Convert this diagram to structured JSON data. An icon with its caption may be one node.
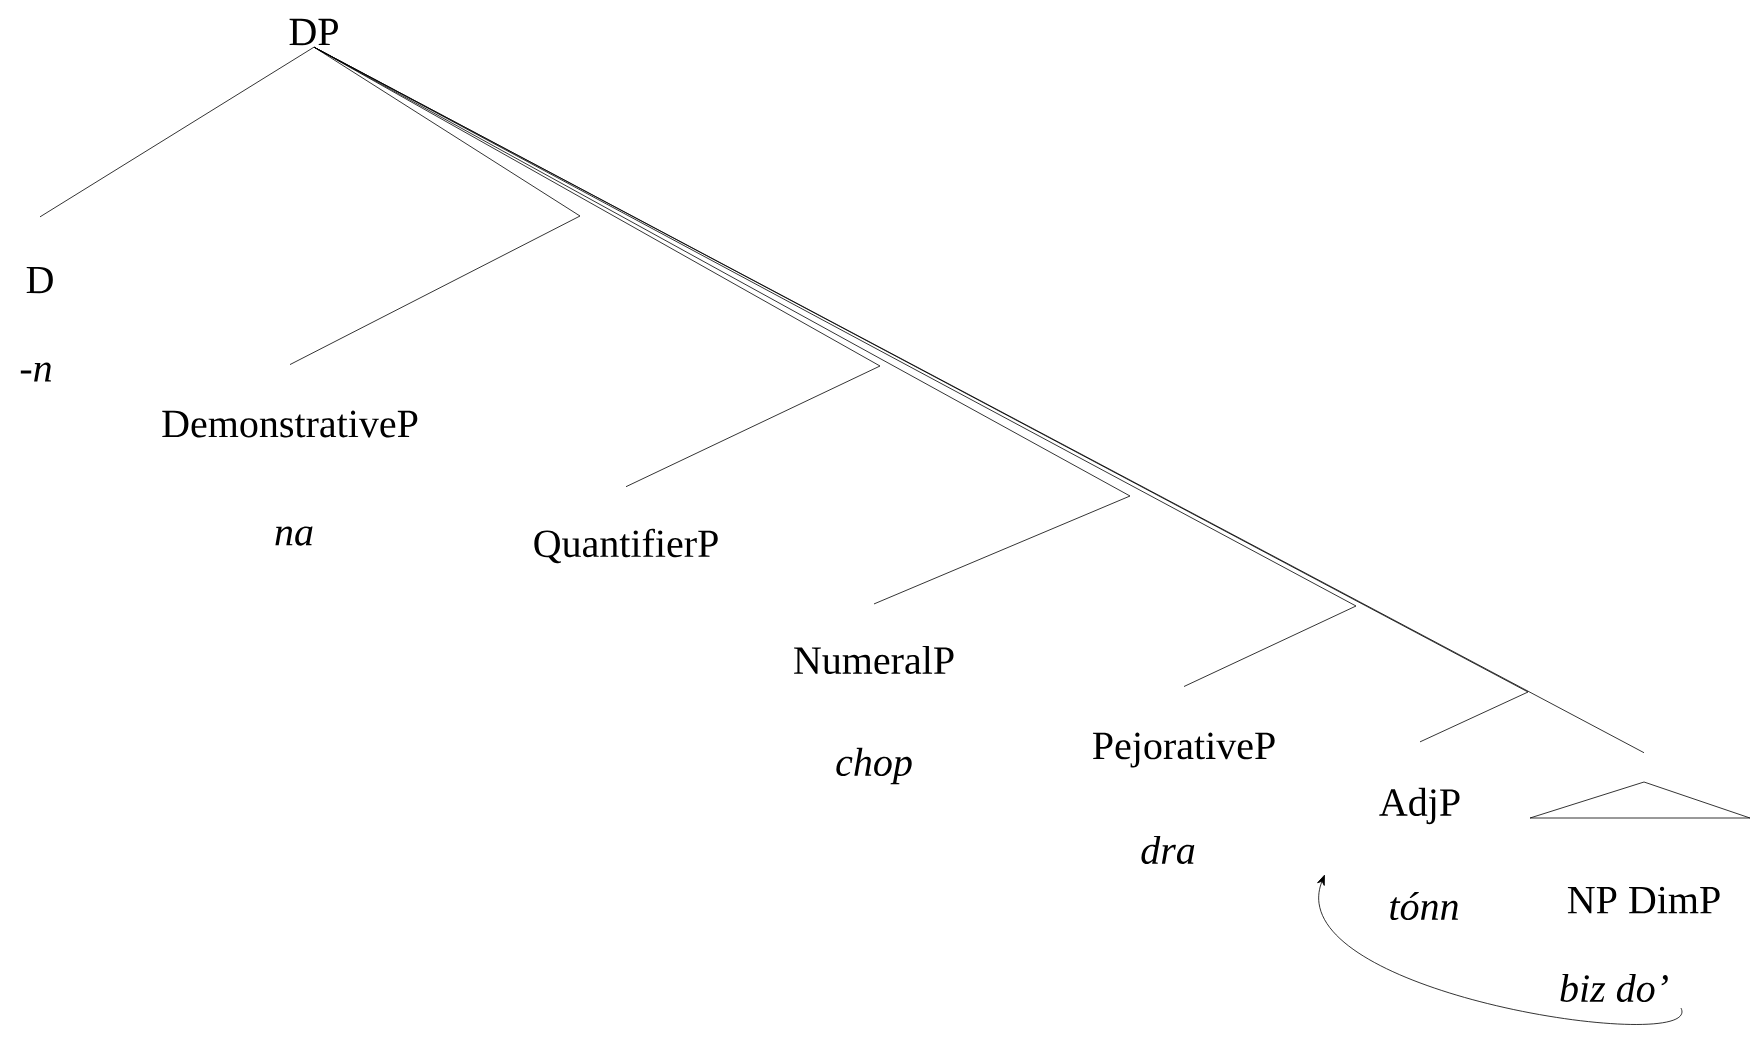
{
  "diagram": {
    "nodes": [
      {
        "text": [
          "DP"
        ]
      },
      {
        "text": [
          "D"
        ],
        "beside": [
          "-n"
        ]
      },
      {
        "text": [
          "DemonstrativeP"
        ],
        "beside": [
          "na"
        ]
      },
      {
        "text": [
          "QuantifierP"
        ]
      },
      {
        "text": [
          "NumeralP"
        ],
        "beside": [
          "chop"
        ]
      },
      {
        "text": [
          "PejorativeP"
        ],
        "beside": [
          "dra"
        ]
      },
      {
        "text": [
          "AdjP"
        ],
        "beside": [
          "tónn"
        ]
      },
      {
        "text": [
          "NP DimP"
        ]
      },
      {
        "text": [
          "biz do’"
        ]
      }
    ],
    "edges": [
      {
        "from": 0,
        "to": 1,
        "arrow": "none"
      },
      {
        "from": 0,
        "to": 2,
        "arrow": "none"
      },
      {
        "from": 0,
        "to": 3,
        "arrow": "none"
      },
      {
        "from": 0,
        "to": 4,
        "arrow": "none"
      },
      {
        "from": 0,
        "to": 5,
        "arrow": "none"
      },
      {
        "from": 0,
        "to": 6,
        "arrow": "none"
      },
      {
        "from": 0,
        "to": 7,
        "arrow": "none"
      },
      {
        "from": 8,
        "to": 6,
        "arrow": "to"
      }
    ]
  }
}
